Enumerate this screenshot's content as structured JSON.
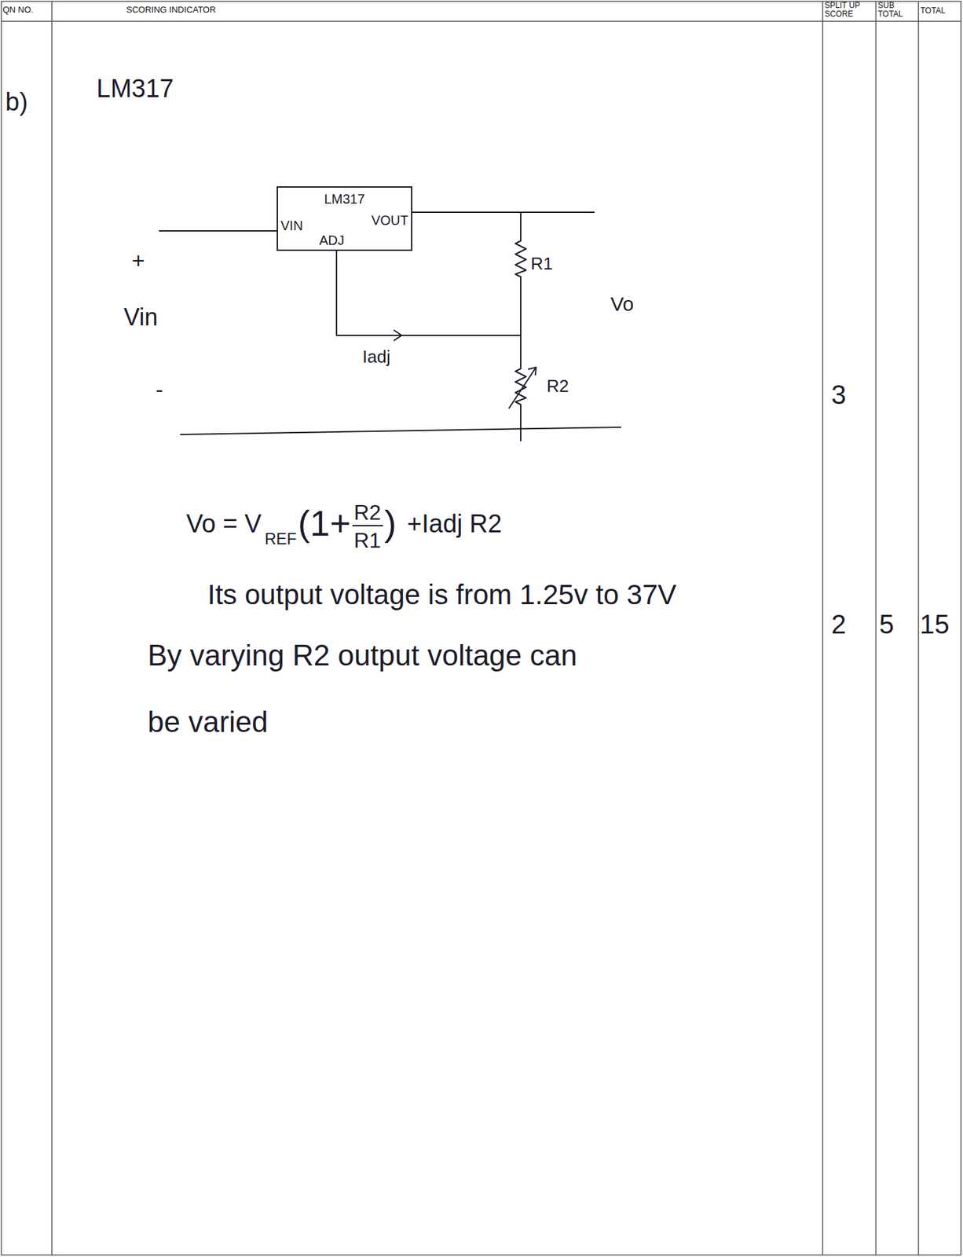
{
  "diagram": {
    "nodes": [
      {
        "text": [
          "LM317",
          "VIN",
          "VOUT",
          "ADJ"
        ]
      }
    ],
    "labels": [
      "QN NO.",
      "SCORING INDICATOR",
      "SPLIT UP SCORE",
      "SUB TOTAL",
      "TOTAL",
      "b)",
      "LM317",
      "+",
      "Vin",
      "-",
      "R1",
      "Vo",
      "Iadj",
      "R2",
      "3",
      "Vo = V",
      "REF",
      "(1+",
      "R2",
      "R1",
      ")",
      "+Iadj R2",
      "Its output voltage is from 1.25v to 37V",
      "By varying R2 output voltage can be varied",
      "2",
      "5",
      "15"
    ]
  }
}
